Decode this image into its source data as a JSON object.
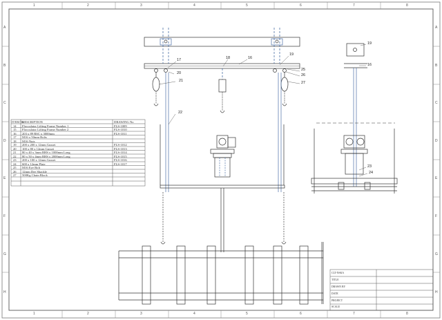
{
  "border": {
    "columns": [
      "1",
      "2",
      "3",
      "4",
      "5",
      "6",
      "7",
      "8"
    ],
    "rows": [
      "A",
      "B",
      "C",
      "D",
      "E",
      "F",
      "G",
      "H"
    ]
  },
  "parts_list": {
    "headers": {
      "item": "ITEM No",
      "description": "DESCRIPTION",
      "drawing": "DRAWING No"
    },
    "rows": [
      {
        "item": "14",
        "description": "Flocculator Lifting Frame Number 1",
        "drawing": "FLS-1009"
      },
      {
        "item": "15",
        "description": "Flocculator Lifting Frame Number 2",
        "drawing": "FLS-1010"
      },
      {
        "item": "16",
        "description": "203 x 89 RSC x 3000mm",
        "drawing": "FLS-1011"
      },
      {
        "item": "17",
        "description": "M16 x 50mm Bolts",
        "drawing": ""
      },
      {
        "item": "18",
        "description": "M16 Nuts",
        "drawing": ""
      },
      {
        "item": "19",
        "description": "200 x 200 x 12mm Gusset",
        "drawing": "FLS-1012"
      },
      {
        "item": "20",
        "description": "100 x 80 x 12mm Gusset",
        "drawing": "FLS-1013"
      },
      {
        "item": "21",
        "description": "80 x 40 x 3mm RHS x 1000mm Long",
        "drawing": "FLS-1014"
      },
      {
        "item": "22",
        "description": "80 x 50 x 4mm RHS x 2000mm Long",
        "drawing": "FLS-1015"
      },
      {
        "item": "23",
        "description": "200 x 100 x 12mm Gusset",
        "drawing": "FLS-1016"
      },
      {
        "item": "24",
        "description": "600 x 12mm Plate",
        "drawing": "FLS-1017"
      },
      {
        "item": "25",
        "description": "M16 Eye Bolt",
        "drawing": ""
      },
      {
        "item": "26",
        "description": "12mm Dee Shackle",
        "drawing": ""
      },
      {
        "item": "27",
        "description": "500Kg Chain Block",
        "drawing": ""
      }
    ]
  },
  "balloons": {
    "b16": "16",
    "b17": "17",
    "b18": "18",
    "b19": "19",
    "b20": "20",
    "b21": "21",
    "b22": "22",
    "b25": "25",
    "b26": "26",
    "b27": "27",
    "side_19": "19",
    "side_16": "16",
    "side_23": "23",
    "side_24": "24"
  },
  "title_block": {
    "rows": [
      "CLT-NSKA",
      "TITLE",
      "DRAWN BY",
      "DATE",
      "PROJECT",
      "SCALE"
    ]
  }
}
